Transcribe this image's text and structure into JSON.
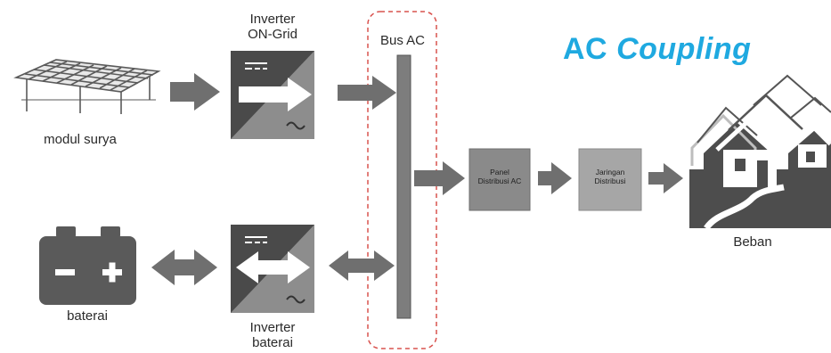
{
  "title": {
    "plain": "AC",
    "italic": "Coupling"
  },
  "labels": {
    "solar": "modul surya",
    "inverter_grid_line1": "Inverter",
    "inverter_grid_line2": "ON-Grid",
    "bus": "Bus AC",
    "battery": "baterai",
    "inverter_batt_line1": "Inverter",
    "inverter_batt_line2": "baterai",
    "panel_line1": "Panel",
    "panel_line2": "Distribusi AC",
    "jaringan_line1": "Jaringan",
    "jaringan_line2": "Distribusi",
    "load": "Beban"
  },
  "colors": {
    "title": "#1fa9e0",
    "arrow": "#6f6f6f",
    "inverter_dark": "#4a4a4a",
    "inverter_light": "#8d8d8d",
    "bus_fill": "#7d7d7d",
    "bus_border": "#d9534f",
    "panel_box": "#8a8a8a",
    "jaringan_box": "#a6a6a6",
    "icon": "#5a5a5a"
  }
}
